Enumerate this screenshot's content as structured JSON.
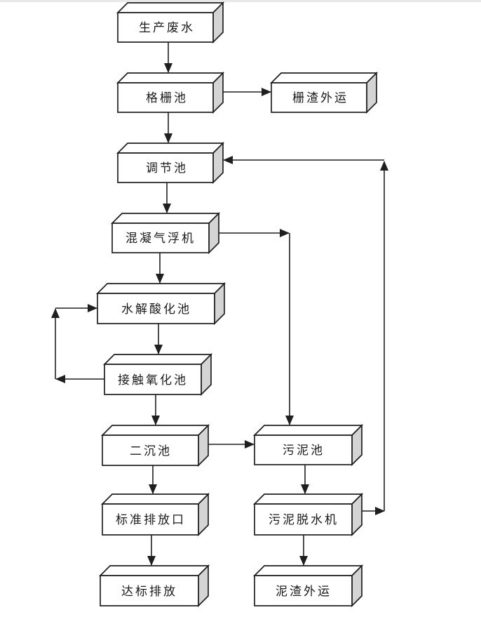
{
  "diagram": {
    "background_color": "#ffffff",
    "line_color": "#1f1f1f",
    "box_front_color": "#ffffff",
    "box_side_color": "#d4d4d4",
    "nodes": [
      {
        "id": "production-wastewater",
        "label": "生产废水"
      },
      {
        "id": "grid-pool",
        "label": "格栅池"
      },
      {
        "id": "grid-residue-transport",
        "label": "栅渣外运"
      },
      {
        "id": "regulating-pool",
        "label": "调节池"
      },
      {
        "id": "coagulation-air-flotation",
        "label": "混凝气浮机"
      },
      {
        "id": "hydrolysis-acidification-pool",
        "label": "水解酸化池"
      },
      {
        "id": "contact-oxidation-pool",
        "label": "接触氧化池"
      },
      {
        "id": "secondary-sedimentation-pool",
        "label": "二沉池"
      },
      {
        "id": "sludge-pool",
        "label": "污泥池"
      },
      {
        "id": "standard-discharge-outlet",
        "label": "标准排放口"
      },
      {
        "id": "sludge-dewatering-machine",
        "label": "污泥脱水机"
      },
      {
        "id": "compliant-discharge",
        "label": "达标排放"
      },
      {
        "id": "sludge-residue-transport",
        "label": "泥渣外运"
      }
    ],
    "edges": [
      {
        "from": "production-wastewater",
        "to": "grid-pool"
      },
      {
        "from": "grid-pool",
        "to": "grid-residue-transport"
      },
      {
        "from": "grid-pool",
        "to": "regulating-pool"
      },
      {
        "from": "regulating-pool",
        "to": "coagulation-air-flotation"
      },
      {
        "from": "coagulation-air-flotation",
        "to": "hydrolysis-acidification-pool"
      },
      {
        "from": "coagulation-air-flotation",
        "to": "sludge-pool"
      },
      {
        "from": "hydrolysis-acidification-pool",
        "to": "contact-oxidation-pool"
      },
      {
        "from": "contact-oxidation-pool",
        "to": "hydrolysis-acidification-pool"
      },
      {
        "from": "contact-oxidation-pool",
        "to": "secondary-sedimentation-pool"
      },
      {
        "from": "secondary-sedimentation-pool",
        "to": "sludge-pool"
      },
      {
        "from": "secondary-sedimentation-pool",
        "to": "standard-discharge-outlet"
      },
      {
        "from": "standard-discharge-outlet",
        "to": "compliant-discharge"
      },
      {
        "from": "sludge-pool",
        "to": "sludge-dewatering-machine"
      },
      {
        "from": "sludge-dewatering-machine",
        "to": "sludge-residue-transport"
      },
      {
        "from": "sludge-dewatering-machine",
        "to": "regulating-pool"
      }
    ]
  }
}
